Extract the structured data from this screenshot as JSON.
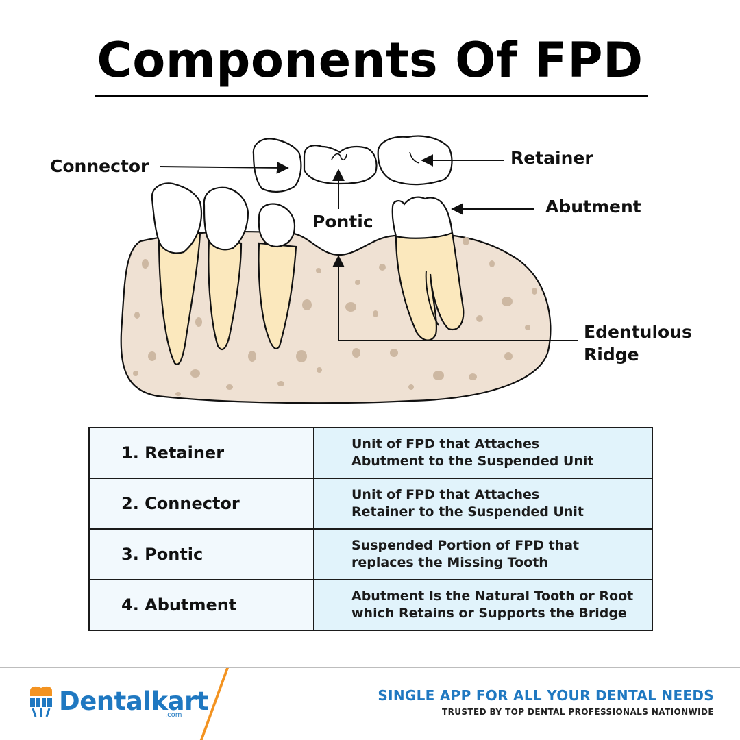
{
  "title": "Components Of  FPD",
  "labels": {
    "connector": "Connector",
    "retainer": "Retainer",
    "abutment": "Abutment",
    "pontic": "Pontic",
    "edentulous_line1": "Edentulous",
    "edentulous_line2": "Ridge"
  },
  "table": {
    "rows": [
      {
        "term": "1. Retainer",
        "desc_line1": "Unit of FPD that Attaches",
        "desc_line2": "Abutment to the Suspended Unit"
      },
      {
        "term": "2. Connector",
        "desc_line1": "Unit of FPD that Attaches",
        "desc_line2": "Retainer to the Suspended Unit"
      },
      {
        "term": "3. Pontic",
        "desc_line1": "Suspended Portion of FPD that",
        "desc_line2": "replaces the Missing Tooth"
      },
      {
        "term": "4. Abutment",
        "desc_line1": "Abutment Is the Natural Tooth or Root",
        "desc_line2": "which Retains or Supports the Bridge"
      }
    ]
  },
  "footer": {
    "brand": "Dentalkart",
    "brand_sub": ".com",
    "tagline": "SINGLE APP FOR ALL YOUR DENTAL NEEDS",
    "subtagline": "TRUSTED BY TOP DENTAL PROFESSIONALS NATIONWIDE"
  },
  "colors": {
    "gum": "#efe1d3",
    "gum_speckle": "#cdb8a2",
    "root": "#fbe8bd",
    "crown": "#ffffff",
    "brand_blue": "#1f78c1",
    "accent_orange": "#f39321",
    "table_term_bg": "#f2f9fd",
    "table_desc_bg": "#e1f3fb"
  },
  "icons": [
    "tooth-logo-icon",
    "bridge-diagram"
  ]
}
